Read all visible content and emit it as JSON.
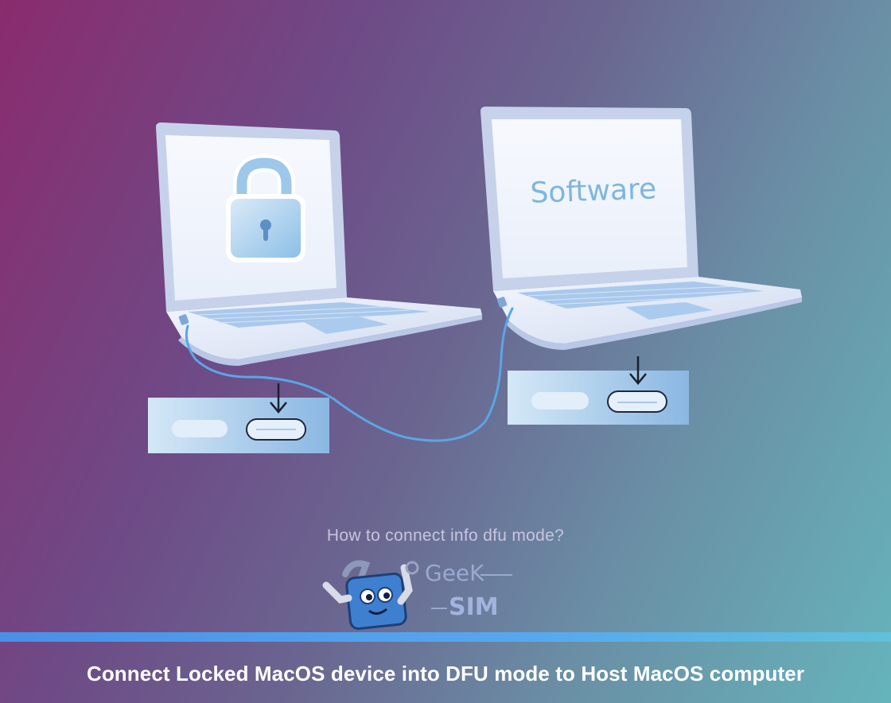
{
  "illustration": {
    "right_screen_text": "Software"
  },
  "question": "How to connect info dfu mode?",
  "logo": {
    "line1": "GeeK",
    "line2": "SIM"
  },
  "caption": "Connect Locked MacOS device into DFU mode to Host MacOS computer",
  "colors": {
    "accent_bar": "#4a8fe6",
    "caption_text": "#ffffff",
    "software_text": "#7fb6dc"
  }
}
